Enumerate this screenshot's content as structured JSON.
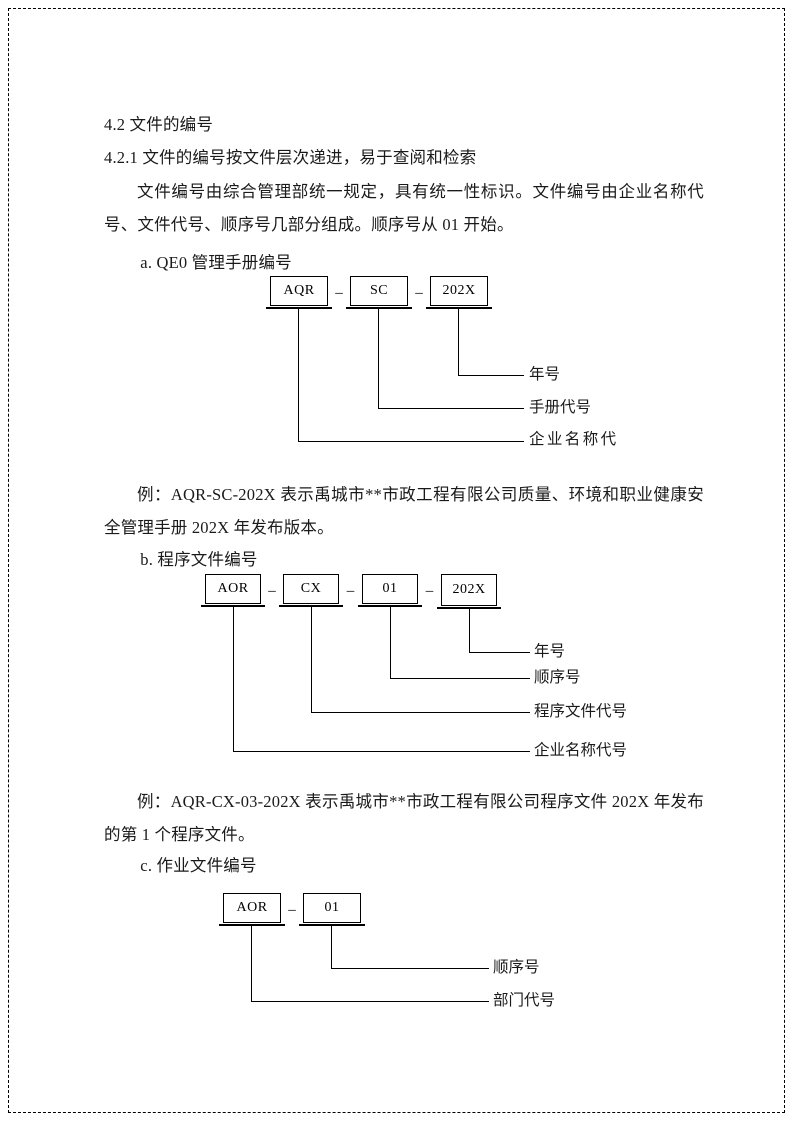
{
  "document": {
    "section_heading": "4.2  文件的编号",
    "subsection_heading": "4.2.1  文件的编号按文件层次递进，易于查阅和检索",
    "intro_paragraph": "文件编号由综合管理部统一规定，具有统一性标识。文件编号由企业名称代号、文件代号、顺序号几部分组成。顺序号从 01 开始。",
    "example_a": "例：AQR-SC-202X 表示禹城市**市政工程有限公司质量、环境和职业健康安全管理手册 202X 年发布版本。",
    "example_b": "例：AQR-CX-03-202X 表示禹城市**市政工程有限公司程序文件 202X 年发布的第 1 个程序文件。"
  },
  "items": {
    "a_label": "a. QE0 管理手册编号",
    "b_label": "b.  程序文件编号",
    "c_label": "c.  作业文件编号"
  },
  "diagram_a": {
    "separator": "–",
    "boxes": [
      {
        "text": "AQR"
      },
      {
        "text": "SC"
      },
      {
        "text": "202X"
      }
    ],
    "labels": [
      {
        "text": "年号"
      },
      {
        "text": "手册代号"
      },
      {
        "text": "企业名称代"
      }
    ]
  },
  "diagram_b": {
    "separator": "–",
    "boxes": [
      {
        "text": "AOR"
      },
      {
        "text": "CX"
      },
      {
        "text": "01"
      },
      {
        "text": "202X"
      }
    ],
    "labels": [
      {
        "text": "年号"
      },
      {
        "text": "顺序号"
      },
      {
        "text": "程序文件代号"
      },
      {
        "text": "企业名称代号"
      }
    ]
  },
  "diagram_c": {
    "separator": "–",
    "boxes": [
      {
        "text": "AOR"
      },
      {
        "text": "01"
      }
    ],
    "labels": [
      {
        "text": "顺序号"
      },
      {
        "text": "部门代号"
      }
    ]
  },
  "colors": {
    "ink": "#1a1a1a",
    "line": "#000000",
    "page": "#ffffff"
  }
}
